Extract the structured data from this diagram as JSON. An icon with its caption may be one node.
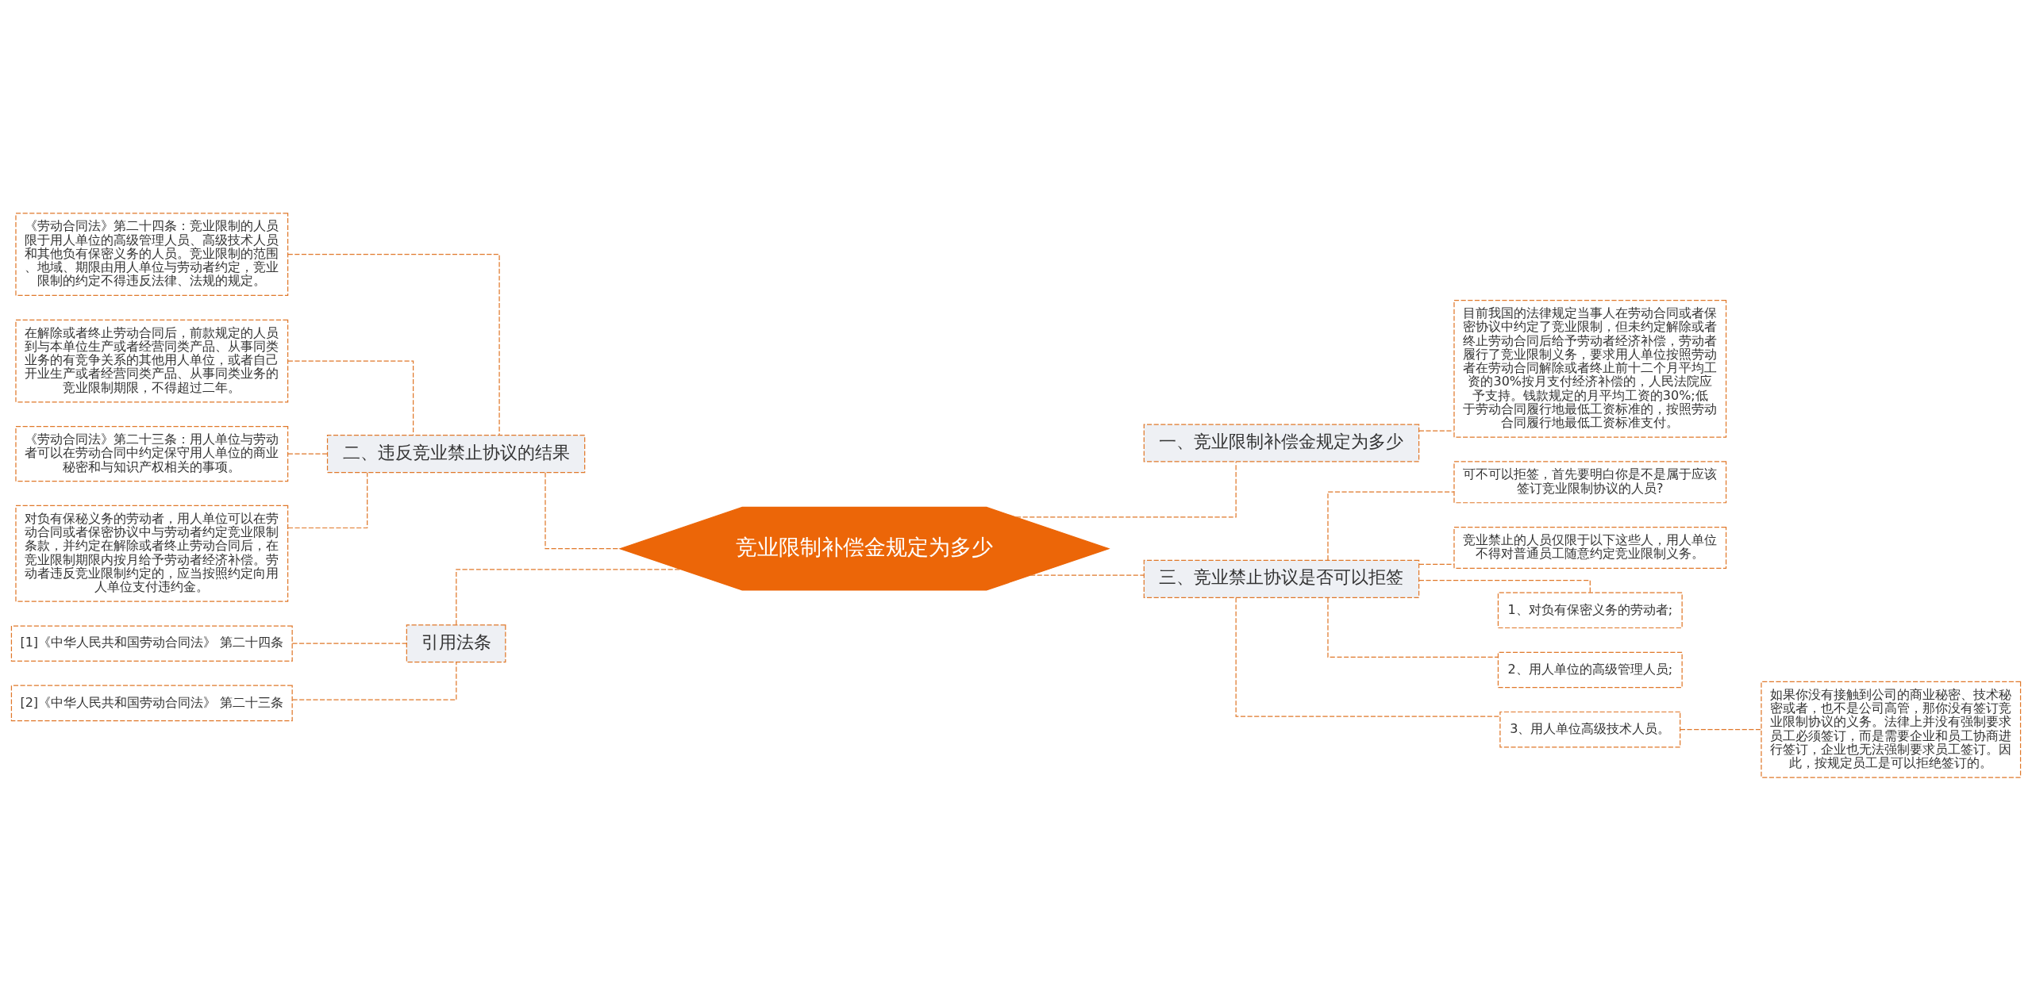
{
  "diagram": {
    "nodes": [
      {
        "text": [
          "竞业限制补偿金规定为多少"
        ]
      },
      {
        "text": [
          "二、违反竞业禁止协议的结果"
        ]
      },
      {
        "text": [
          "《劳动合同法》第二十四条：竞业限制的人员限于用人单位的高级管理人员、高级技术人员和其他负有保密义务的人员。竞业限制的范围、地域、期限由用人单位与劳动者约定，竞业限制的约定不得违反法律、法规的规定。"
        ]
      },
      {
        "text": [
          "在解除或者终止劳动合同后，前款规定的人员到与本单位生产或者经营同类产品、从事同类业务的有竞争关系的其他用人单位，或者自己开业生产或者经营同类产品、从事同类业务的竞业限制期限，不得超过二年。"
        ]
      },
      {
        "text": [
          "《劳动合同法》第二十三条：用人单位与劳动者可以在劳动合同中约定保守用人单位的商业秘密和与知识产权相关的事项。"
        ]
      },
      {
        "text": [
          "对负有保秘义务的劳动者，用人单位可以在劳动合同或者保密协议中与劳动者约定竞业限制条款，并约定在解除或者终止劳动合同后，在竞业限制期限内按月给予劳动者经济补偿。劳动者违反竞业限制约定的，应当按照约定向用人单位支付违约金。"
        ]
      },
      {
        "text": [
          "引用法条"
        ]
      },
      {
        "text": [
          "[1]《中华人民共和国劳动合同法》 第二十四条"
        ]
      },
      {
        "text": [
          "[2]《中华人民共和国劳动合同法》 第二十三条"
        ]
      },
      {
        "text": [
          "一、竞业限制补偿金规定为多少"
        ]
      },
      {
        "text": [
          "目前我国的法律规定当事人在劳动合同或者保密协议中约定了竞业限制，但未约定解除或者终止劳动合同后给予劳动者经济补偿，劳动者履行了竞业限制义务，要求用人单位按照劳动者在劳动合同解除或者终止前十二个月平均工资的30%按月支付经济补偿的，人民法院应予支持。钱款规定的月平均工资的30%;低于劳动合同履行地最低工资标准的，按照劳动合同履行地最低工资标准支付。"
        ]
      },
      {
        "text": [
          "三、竞业禁止协议是否可以拒签"
        ]
      },
      {
        "text": [
          "可不可以拒签，首先要明白你是不是属于应该签订竞业限制协议的人员?"
        ]
      },
      {
        "text": [
          "竞业禁止的人员仅限于以下这些人，用人单位不得对普通员工随意约定竞业限制义务。"
        ]
      },
      {
        "text": [
          "1、对负有保密义务的劳动者;"
        ]
      },
      {
        "text": [
          "2、用人单位的高级管理人员;"
        ]
      },
      {
        "text": [
          "3、用人单位高级技术人员。"
        ]
      },
      {
        "text": [
          "如果你没有接触到公司的商业秘密、技术秘密或者，也不是公司高管，那你没有签订竞业限制协议的义务。法律上并没有强制要求员工必须签订，而是需要企业和员工协商进行签订，企业也无法强制要求员工签订。因此，按规定员工是可以拒绝签订的。"
        ]
      }
    ],
    "edges": [
      {
        "from": 0,
        "to": 1,
        "arrow": "none",
        "style": "dashed"
      },
      {
        "from": 1,
        "to": 2,
        "arrow": "none",
        "style": "dashed"
      },
      {
        "from": 1,
        "to": 3,
        "arrow": "none",
        "style": "dashed"
      },
      {
        "from": 1,
        "to": 4,
        "arrow": "none",
        "style": "dashed"
      },
      {
        "from": 1,
        "to": 5,
        "arrow": "none",
        "style": "dashed"
      },
      {
        "from": 0,
        "to": 6,
        "arrow": "none",
        "style": "dashed"
      },
      {
        "from": 6,
        "to": 7,
        "arrow": "none",
        "style": "dashed"
      },
      {
        "from": 6,
        "to": 8,
        "arrow": "none",
        "style": "dashed"
      },
      {
        "from": 0,
        "to": 9,
        "arrow": "none",
        "style": "dashed"
      },
      {
        "from": 9,
        "to": 10,
        "arrow": "none",
        "style": "dashed"
      },
      {
        "from": 0,
        "to": 11,
        "arrow": "none",
        "style": "dashed"
      },
      {
        "from": 11,
        "to": 12,
        "arrow": "none",
        "style": "dashed"
      },
      {
        "from": 11,
        "to": 13,
        "arrow": "none",
        "style": "dashed"
      },
      {
        "from": 11,
        "to": 14,
        "arrow": "none",
        "style": "dashed"
      },
      {
        "from": 11,
        "to": 15,
        "arrow": "none",
        "style": "dashed"
      },
      {
        "from": 11,
        "to": 16,
        "arrow": "none",
        "style": "dashed"
      },
      {
        "from": 16,
        "to": 17,
        "arrow": "none",
        "style": "dashed"
      }
    ]
  }
}
